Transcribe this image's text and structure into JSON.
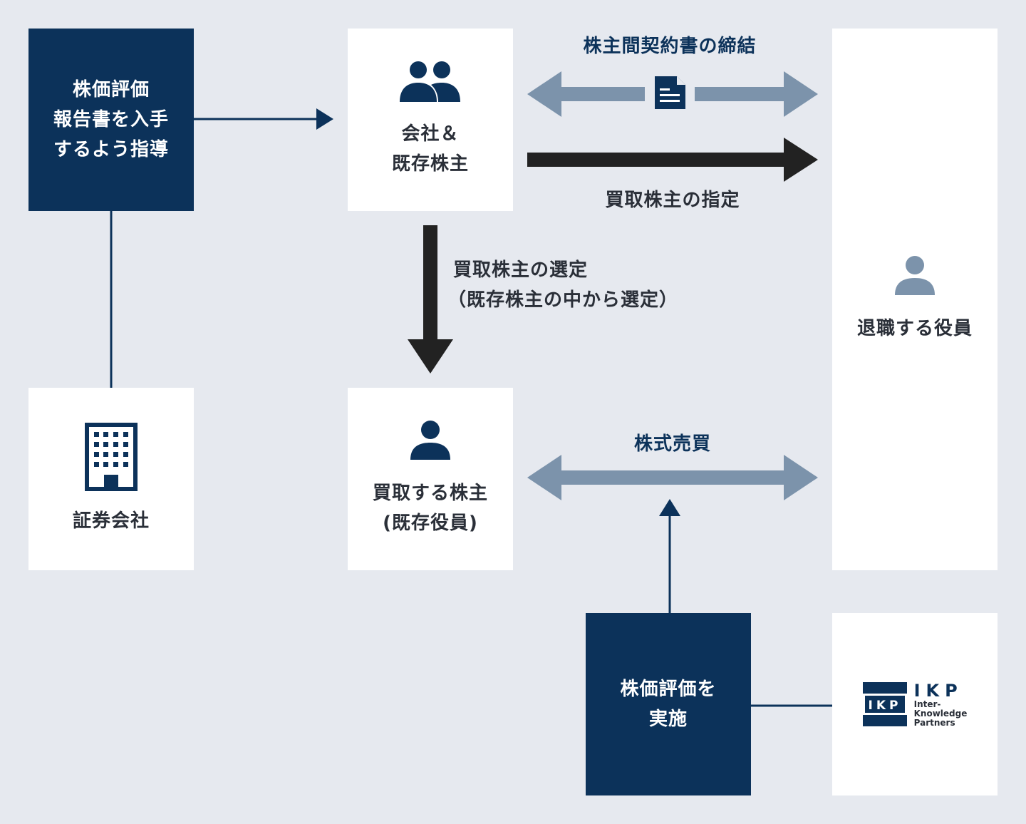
{
  "nodes": {
    "instruct": {
      "lines": [
        "株価評価",
        "報告書を入手",
        "するよう指導"
      ]
    },
    "company": {
      "lines": [
        "会社＆",
        "既存株主"
      ]
    },
    "retiring": {
      "label": "退職する役員"
    },
    "securities": {
      "label": "証券会社"
    },
    "buyer": {
      "lines": [
        "買取する株主",
        "(既存役員)"
      ]
    },
    "valuation": {
      "lines": [
        "株価評価を",
        "実施"
      ]
    },
    "ikp": {
      "mark": "IKP",
      "lines": [
        "Inter-",
        "Knowledge",
        "Partners"
      ]
    }
  },
  "edges": {
    "agreement": "株主間契約書の締結",
    "designate": "買取株主の指定",
    "select": {
      "lines": [
        "買取株主の選定",
        "（既存株主の中から選定）"
      ]
    },
    "trade": "株式売買"
  },
  "colors": {
    "background": "#e6e9ef",
    "navy": "#0c325a",
    "steel": "#7c93ab",
    "black": "#222222",
    "white": "#ffffff"
  },
  "icons": [
    "people-icon",
    "person-icon",
    "building-icon",
    "document-icon"
  ]
}
